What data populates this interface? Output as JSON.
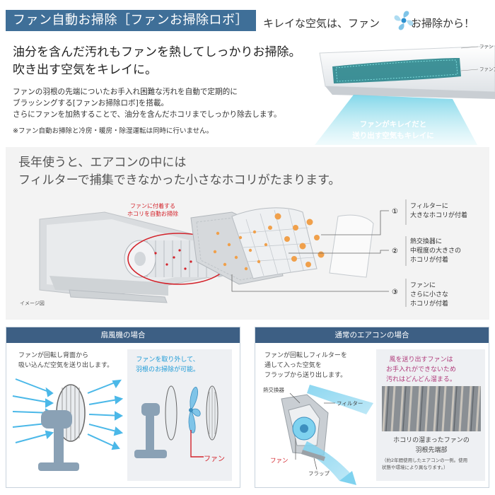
{
  "header": {
    "title": "ファン自動お掃除［ファンお掃除ロボ］",
    "tagline_part1": "キレイな空気は、ファン",
    "tagline_part2": "お掃除から！"
  },
  "lead": {
    "line1": "油分を含んだ汚れもファンを熱してしっかりお掃除。",
    "line2": "吹き出す空気をキレイに。"
  },
  "body": {
    "line1": "ファンの羽根の先端についたお手入れ困難な汚れを自動で定期的に",
    "line2": "ブラッシングする[ファンお掃除ロボ]を搭載。",
    "line3": "さらにファンを加熱することで、油分を含んだホコリまでしっかり除去します。",
    "note": "※ファン自動お掃除と冷房・暖房・除湿運転は同時に行いません。"
  },
  "ac_illustration": {
    "label_fan": "ファン",
    "label_brush": "ファンブラシ",
    "callout_line1": "ファンがキレイだと",
    "callout_line2": "送り出す空気もキレイに"
  },
  "middle": {
    "heading_line1": "長年使うと、エアコンの中には",
    "heading_line2": "フィルターで捕集できなかった小さなホコリがたまります。",
    "fan_callout_line1": "ファンに付着する",
    "fan_callout_line2": "ホコリを自動お掃除",
    "image_note": "イメージ図",
    "items": [
      {
        "num": "①",
        "line1": "フィルターに",
        "line2": "大きなホコリが付着",
        "line3": ""
      },
      {
        "num": "②",
        "line1": "熱交換器に",
        "line2": "中程度の大きさの",
        "line3": "ホコリが付着"
      },
      {
        "num": "③",
        "line1": "ファンに",
        "line2": "さらに小さな",
        "line3": "ホコリが付着"
      }
    ]
  },
  "left_panel": {
    "title": "扇風機の場合",
    "text_line1": "ファンが回転し背面から",
    "text_line2": "吸い込んだ空気を送り出します。",
    "blue_line1": "ファンを取り外して、",
    "blue_line2": "羽根のお掃除が可能。",
    "fan_label": "ファン"
  },
  "right_panel": {
    "title": "通常のエアコンの場合",
    "text_line1": "ファンが回転しフィルターを",
    "text_line2": "通して入った空気を",
    "text_line3": "フラップから送り出します。",
    "label_heat": "熱交換器",
    "label_filter": "フィルター",
    "label_fan": "ファン",
    "label_flap": "フラップ",
    "inset_line1": "風を送り出すファンは",
    "inset_line2": "お手入れができないため",
    "inset_line3": "汚れはどんどん溜まる。",
    "caption_line1": "ホコリの溜まったファンの",
    "caption_line2": "羽根先端部",
    "caption_note1": "（約2年間使用したエアコンの一例。使用",
    "caption_note2": "状態や環境により異なります。）"
  },
  "colors": {
    "banner": "#3f6f98",
    "panel_header": "#3d5f84",
    "accent_red": "#d3222a",
    "accent_blue": "#1e9bd7",
    "dust_orange": "#f0a04b"
  }
}
